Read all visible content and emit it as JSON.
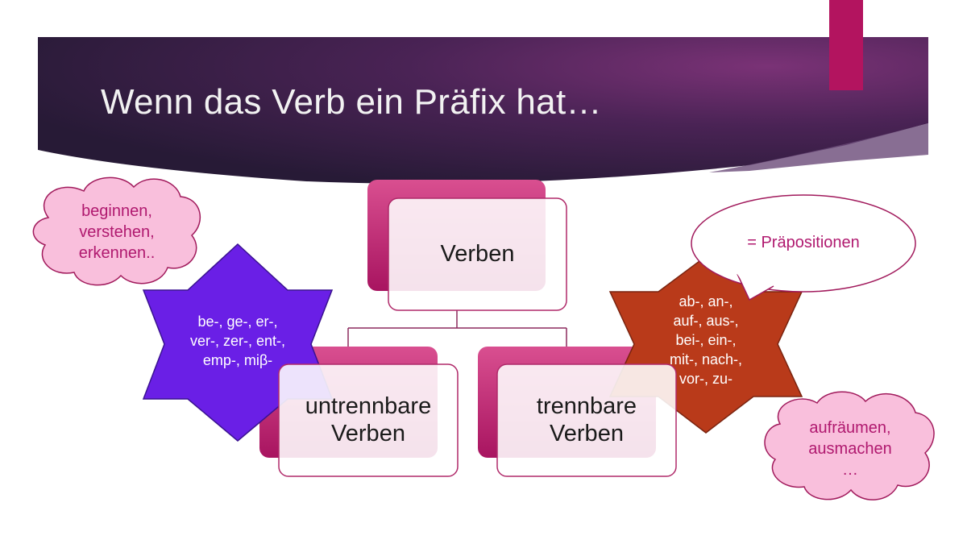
{
  "slide": {
    "title": "Wenn das Verb ein Präfix hat…",
    "colors": {
      "header_dark": "#2b1a3b",
      "header_mid": "#5e2760",
      "accent": "#b3145f",
      "node": "#c23b7a",
      "star_purple": "#6a1fe6",
      "star_red": "#b93a1a",
      "cloud_fill": "#f9bfdc",
      "cloud_stroke": "#a11a5c"
    }
  },
  "hierarchy": {
    "root": "Verben",
    "children": [
      {
        "line1": "untrennbare",
        "line2": "Verben"
      },
      {
        "line1": "trennbare",
        "line2": "Verben"
      }
    ]
  },
  "annotations": {
    "cloud_top_left": [
      "beginnen,",
      "verstehen,",
      "erkennen.."
    ],
    "cloud_bottom_right": [
      "aufräumen,",
      "ausmachen",
      "…"
    ],
    "star_left": [
      "be-, ge-, er-,",
      "ver-, zer-, ent-,",
      "emp-, miβ-"
    ],
    "star_right": [
      "ab-, an-,",
      "auf-, aus-,",
      "bei-, ein-,",
      "mit-, nach-,",
      "vor-, zu-"
    ],
    "callout": "= Präpositionen"
  }
}
